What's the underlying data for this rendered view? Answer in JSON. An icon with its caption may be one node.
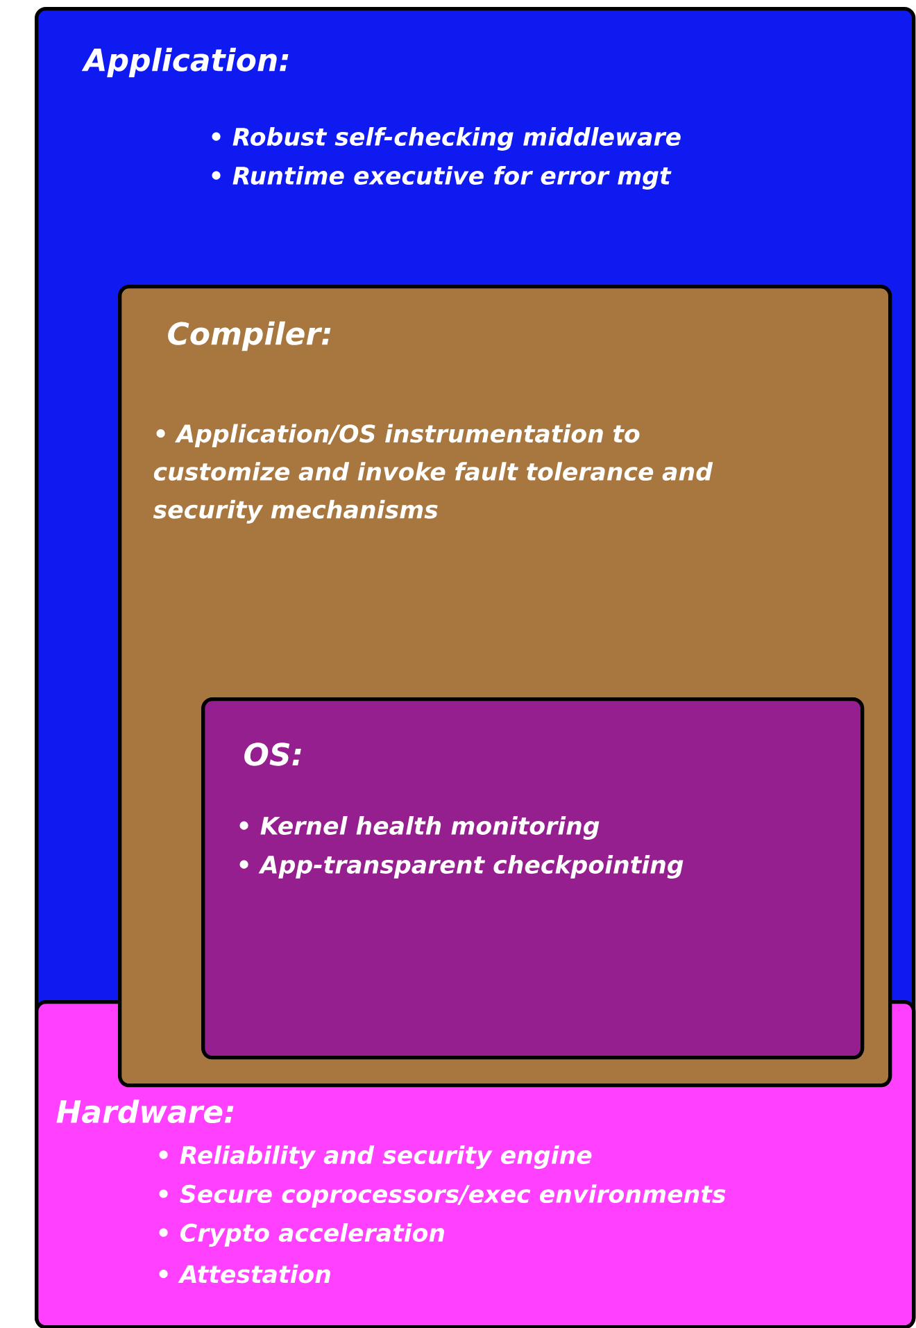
{
  "diagram": {
    "nodes": [
      {
        "text": [
          "Application:",
          "• Robust self-checking middleware",
          "• Runtime executive for error mgt"
        ]
      },
      {
        "text": [
          "Compiler:",
          "• Application/OS instrumentation to customize and invoke fault tolerance and security mechanisms"
        ],
        "in": 0
      },
      {
        "text": [
          "OS:",
          "• Kernel health monitoring",
          "• App-transparent checkpointing"
        ],
        "in": 1
      },
      {
        "text": [
          "Hardware:",
          "• Reliability and security engine",
          "• Secure coprocessors/exec environments",
          "• Crypto acceleration",
          "• Attestation"
        ],
        "in": 0
      }
    ]
  }
}
